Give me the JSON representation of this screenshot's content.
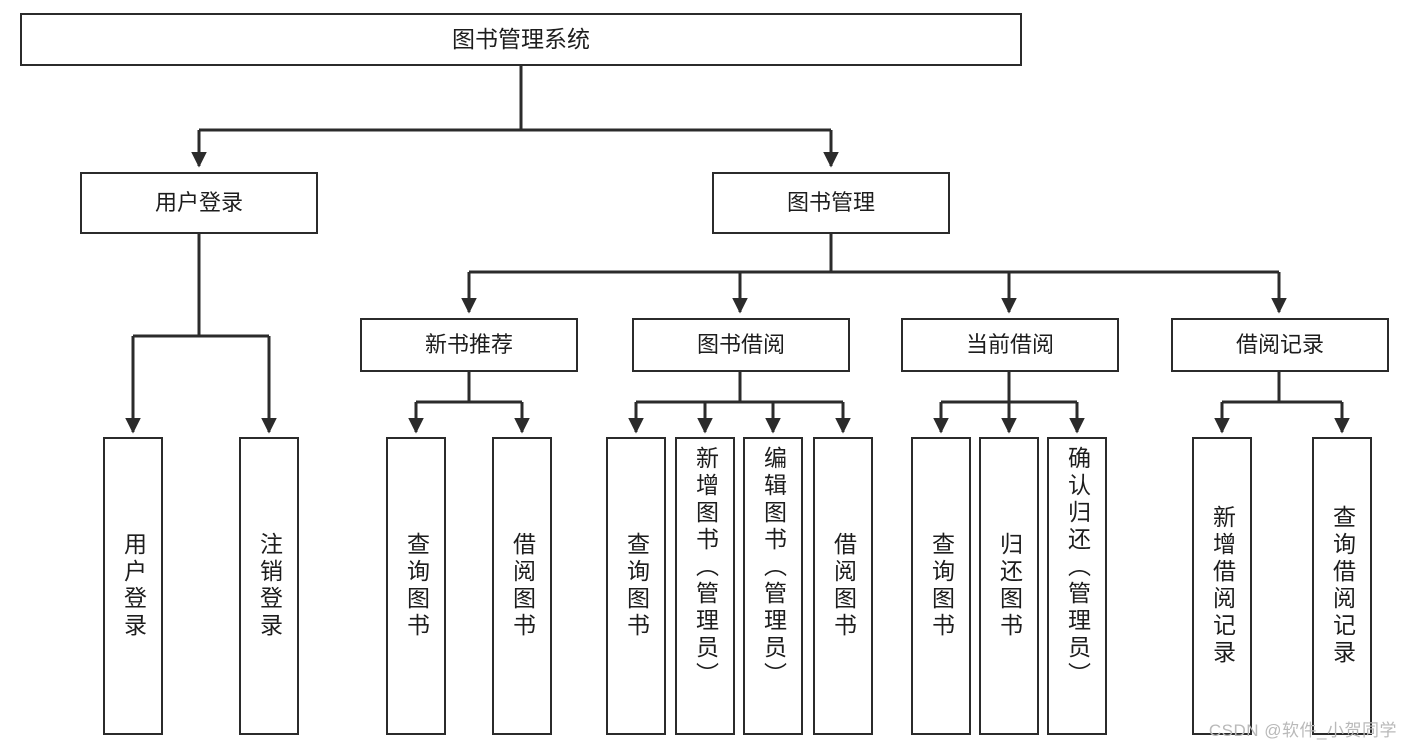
{
  "diagram": {
    "title_node": {
      "label": "图书管理系统"
    },
    "level2": [
      {
        "id": "user-login",
        "label": "用户登录"
      },
      {
        "id": "book-management",
        "label": "图书管理"
      }
    ],
    "level3": [
      {
        "id": "new-book-recommend",
        "label": "新书推荐"
      },
      {
        "id": "book-borrow",
        "label": "图书借阅"
      },
      {
        "id": "current-borrow",
        "label": "当前借阅"
      },
      {
        "id": "borrow-record",
        "label": "借阅记录"
      }
    ],
    "leaves": {
      "user_login": [
        {
          "id": "user-login-leaf",
          "label": "用户登录"
        },
        {
          "id": "logout-leaf",
          "label": "注销登录"
        }
      ],
      "new_book_recommend": [
        {
          "id": "query-book-1",
          "label": "查询图书"
        },
        {
          "id": "borrow-book-1",
          "label": "借阅图书"
        }
      ],
      "book_borrow": [
        {
          "id": "query-book-2",
          "label": "查询图书"
        },
        {
          "id": "add-book-admin",
          "label": "新增图书（管理员）"
        },
        {
          "id": "edit-book-admin",
          "label": "编辑图书（管理员）"
        },
        {
          "id": "borrow-book-2",
          "label": "借阅图书"
        }
      ],
      "current_borrow": [
        {
          "id": "query-book-3",
          "label": "查询图书"
        },
        {
          "id": "return-book",
          "label": "归还图书"
        },
        {
          "id": "confirm-return-admin",
          "label": "确认归还（管理员）"
        }
      ],
      "borrow_record": [
        {
          "id": "add-borrow-record",
          "label": "新增借阅记录"
        },
        {
          "id": "query-borrow-record",
          "label": "查询借阅记录"
        }
      ]
    },
    "watermark": "CSDN @软件_小贺同学",
    "colors": {
      "stroke": "#2b2b2b",
      "text": "#1d1d1d",
      "background": "#ffffff",
      "watermark": "#b9b9b9"
    }
  }
}
